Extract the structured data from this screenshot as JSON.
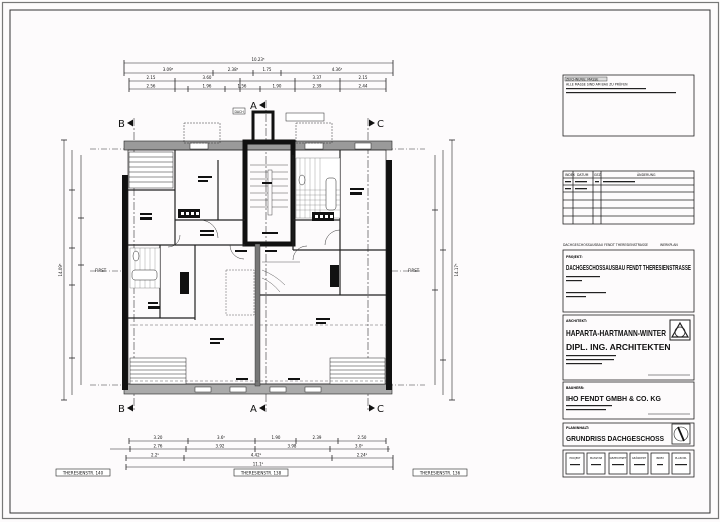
{
  "sheet": {
    "notes": {
      "heading": "ZEICHNUNG: MASSE",
      "lines": [
        "ALLE MASSE SIND AM BAU ZU PRÜFEN",
        "",
        ""
      ]
    },
    "revisions": {
      "headers": [
        "INDEX",
        "DATUM",
        "GEZ.",
        "ÄNDERUNG"
      ],
      "rows": [
        [
          "",
          "",
          "",
          ""
        ],
        [
          "",
          "",
          "",
          ""
        ]
      ]
    },
    "project_header": "DACHGESCHOSSAUSBAU FENDT THERESIENSTRASSE",
    "project_header_right": "WERKPLAN",
    "project": {
      "label": "PROJEKT:",
      "title": "DACHGESCHOSSAUSBAU FENDT THERESIENSTRASSE"
    },
    "architect": {
      "label": "ARCHITEKT:",
      "name_line1": "HAPARTA-HARTMANN-WINTER",
      "name_line2": "DIPL. ING. ARCHITEKTEN"
    },
    "client": {
      "label": "BAUHERR:",
      "name": "IHO FENDT GMBH & CO. KG"
    },
    "plan": {
      "label": "PLANINHALT:",
      "title": "GRUNDRISS DACHGESCHOSS"
    },
    "stamp_fields": [
      "PROJEKT",
      "MASSTAB",
      "GEZEICHNET",
      "GEÄNDERT",
      "INDEX",
      "PLAN NR."
    ]
  },
  "drawing": {
    "section_markers": [
      "A",
      "A",
      "B",
      "B",
      "C",
      "C"
    ],
    "side_labels": {
      "left": "FIRST",
      "right": "FIRST"
    },
    "top_label": "DACH",
    "dims_top": {
      "total": "10.23⁵",
      "row1": [
        "3.09⁵",
        "2.38⁵",
        "1.75",
        "4.36⁵"
      ],
      "row2": [
        "2.15",
        "3.60",
        "3.37",
        "2.15"
      ],
      "row3": [
        "2.56",
        "1.96",
        "1.56",
        "1.90",
        "2.39",
        "2.44"
      ]
    },
    "dims_bottom": {
      "row1": [
        "3.20",
        "3.6⁵",
        "1.90",
        "2.39",
        "2.50"
      ],
      "row2": [
        "2.76",
        "3.92",
        "3.98",
        "3.0⁵"
      ],
      "row3": [
        "2.2⁵",
        "4.42⁵",
        "2.24⁵"
      ],
      "total": "11.1⁵"
    },
    "dims_left_total": "14.09⁵",
    "dims_right_total": "14.17⁵",
    "street_labels": [
      "THERESIENSTR. 140",
      "THERESIENSTR. 138",
      "THERESIENSTR. 136"
    ]
  }
}
